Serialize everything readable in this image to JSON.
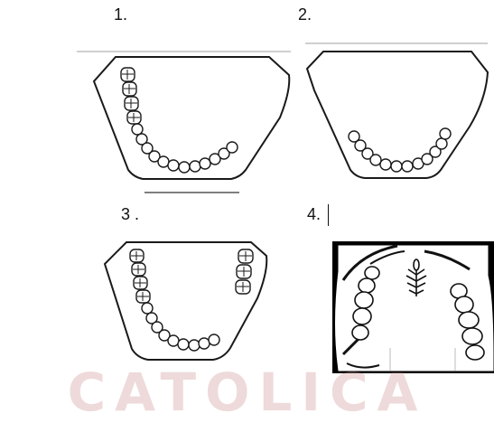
{
  "labels": {
    "fig1": "1.",
    "fig2": "2.",
    "fig3": "3 .",
    "fig4": "4."
  },
  "watermark": {
    "text": "CATOLICA",
    "color": "#d49a9a"
  },
  "colors": {
    "outline": "#1a1a1a",
    "panel4_background": "#000000"
  },
  "icons": [
    "mandible-outline",
    "molar-tooth",
    "incisor-tooth",
    "palate-rugae-icon"
  ]
}
